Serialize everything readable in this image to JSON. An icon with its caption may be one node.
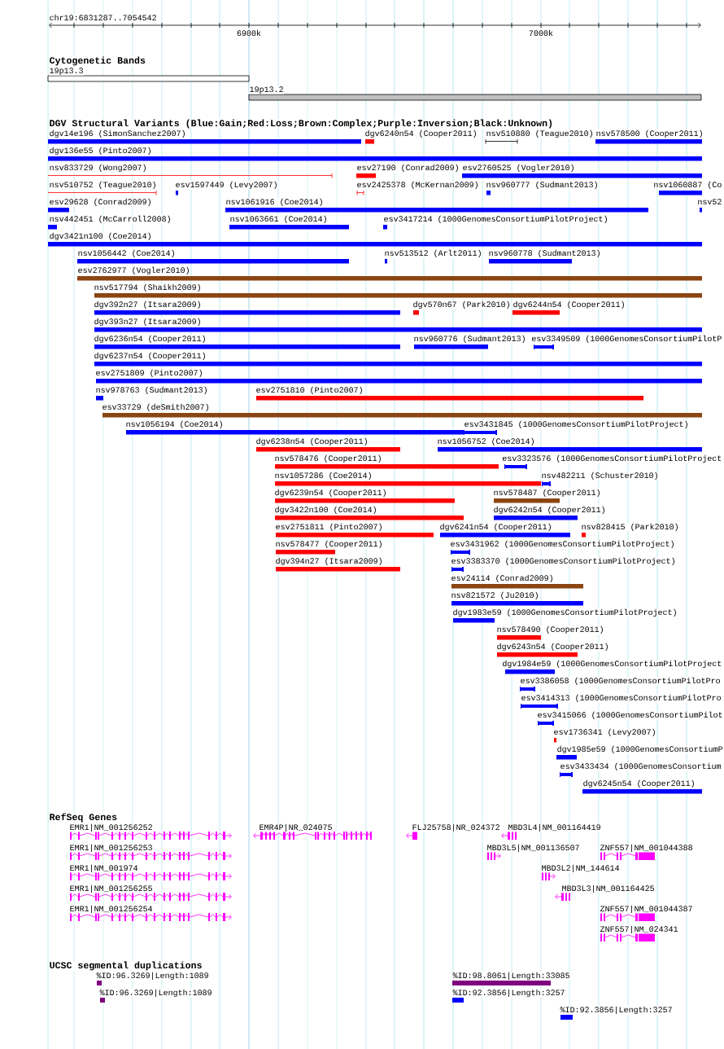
{
  "diagram": {
    "labels": [
      "chr19:6831287..7054542",
      "6900k",
      "7000k",
      "Cytogenetic Bands",
      "19p13.3",
      "19p13.2",
      "DGV Structural Variants (Blue:Gain;Red:Loss;Brown:Complex;Purple:Inversion;Black:Unknown)",
      "dgv14e196 (SimonSanchez2007)",
      "dgv6240n54 (Cooper2011)",
      "nsv510880 (Teague2010)",
      "nsv578500 (Cooper2011)",
      "dgv136e55 (Pinto2007)",
      "nsv833729 (Wong2007)",
      "esv27190 (Conrad2009)",
      "esv2760525 (Vogler2010)",
      "nsv510752 (Teague2010)",
      "esv1597449 (Levy2007)",
      "esv2425378 (McKernan2009)",
      "nsv960777 (Sudmant2013)",
      "nsv1060887 (Co",
      "esv29628 (Conrad2009)",
      "nsv1061916 (Coe2014)",
      "nsv52",
      "nsv442451 (McCarroll2008)",
      "nsv1063661 (Coe2014)",
      "esv3417214 (1000GenomesConsortiumPilotProject)",
      "dgv3421n100 (Coe2014)",
      "nsv1056442 (Coe2014)",
      "nsv513512 (Arlt2011)",
      "nsv960778 (Sudmant2013)",
      "esv2762977 (Vogler2010)",
      "nsv517794 (Shaikh2009)",
      "dgv392n27 (Itsara2009)",
      "dgv570n67 (Park2010)",
      "dgv6244n54 (Cooper2011)",
      "dgv393n27 (Itsara2009)",
      "dgv6236n54 (Cooper2011)",
      "nsv960776 (Sudmant2013)",
      "esv3349509 (1000GenomesConsortiumPilotP",
      "dgv6237n54 (Cooper2011)",
      "esv2751809 (Pinto2007)",
      "nsv978763 (Sudmant2013)",
      "esv2751810 (Pinto2007)",
      "esv33729 (deSmith2007)",
      "nsv1056194 (Coe2014)",
      "esv3431845 (1000GenomesConsortiumPilotProject)",
      "dgv6238n54 (Cooper2011)",
      "nsv1056752 (Coe2014)",
      "nsv578476 (Cooper2011)",
      "esv3323576 (1000GenomesConsortiumPilotProject",
      "nsv1057286 (Coe2014)",
      "nsv482211 (Schuster2010)",
      "dgv6239n54 (Cooper2011)",
      "nsv578487 (Cooper2011)",
      "dgv3422n100 (Coe2014)",
      "dgv6242n54 (Cooper2011)",
      "esv2751811 (Pinto2007)",
      "dgv6241n54 (Cooper2011)",
      "nsv828415 (Park2010)",
      "nsv578477 (Cooper2011)",
      "esv3431962 (1000GenomesConsortiumPilotProject)",
      "dgv394n27 (Itsara2009)",
      "esv3383370 (1000GenomesConsortiumPilotProject)",
      "esv24114 (Conrad2009)",
      "nsv821572 (Ju2010)",
      "dgv1983e59 (1000GenomesConsortiumPilotProject)",
      "nsv578490 (Cooper2011)",
      "dgv6243n54 (Cooper2011)",
      "dgv1984e59 (1000GenomesConsortiumPilotProject",
      "esv3386058 (1000GenomesConsortiumPilotPro",
      "esv3414313 (1000GenomesConsortiumPilotPro",
      "esv3415066 (1000GenomesConsortiumPilot",
      "esv1736341 (Levy2007)",
      "dgv1985e59 (1000GenomesConsortiumP",
      "esv3433434 (1000GenomesConsortium",
      "dgv6245n54 (Cooper2011)",
      "RefSeq Genes",
      "EMR1|NM_001256252",
      "EMR4P|NR_024075",
      "FLJ25758|NR_024372",
      "MBD3L4|NM_001164419",
      "EMR1|NM_001256253",
      "MBD3L5|NM_001136507",
      "ZNF557|NM_001044388",
      "EMR1|NM_001974",
      "MBD3L2|NM_144614",
      "EMR1|NM_001256255",
      "MBD3L3|NM_001164425",
      "EMR1|NM_001256254",
      "ZNF557|NM_001044387",
      "ZNF557|NM_024341",
      "UCSC segmental duplications",
      "%ID:96.3269|Length:1089",
      "%ID:98.8061|Length:33085",
      "%ID:96.3269|Length:1089",
      "%ID:92.3856|Length:3257",
      "%ID:92.3856|Length:3257"
    ]
  }
}
